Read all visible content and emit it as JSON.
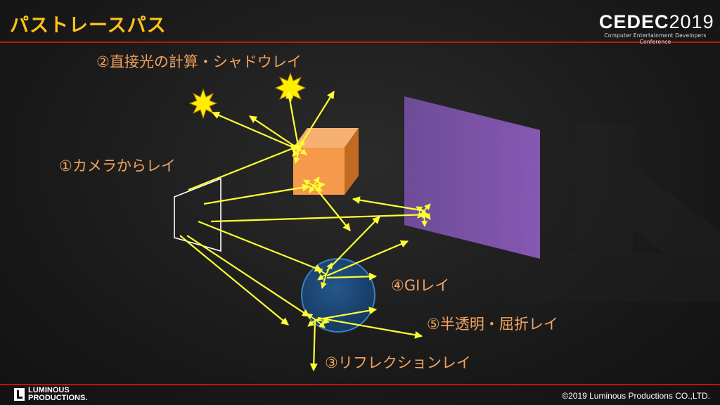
{
  "title": "パストレースパス",
  "labels": {
    "camera": "①カメラからレイ",
    "direct": "②直接光の計算・シャドウレイ",
    "reflection": "③リフレクションレイ",
    "gi": "④GIレイ",
    "translucent": "⑤半透明・屈折レイ"
  },
  "logo": {
    "cedec_main": "CEDEC",
    "cedec_year": "2019",
    "cedec_sub": "Computer Entertainment Developers Conference",
    "company_line1": "LUMINOUS",
    "company_line2": "PRODUCTIONS."
  },
  "footer": {
    "copyright": "©2019 Luminous Productions CO.,LTD."
  },
  "colors": {
    "title": "#ffc21a",
    "label": "#f5a35f",
    "ray": "#ffff33",
    "rule": "#c0140f",
    "cube": "#f59a4a",
    "plane": "#7f5aa8",
    "sphere": "#1d4a78"
  },
  "icons": [
    "light-burst-icon",
    "luminous-logo-icon"
  ]
}
